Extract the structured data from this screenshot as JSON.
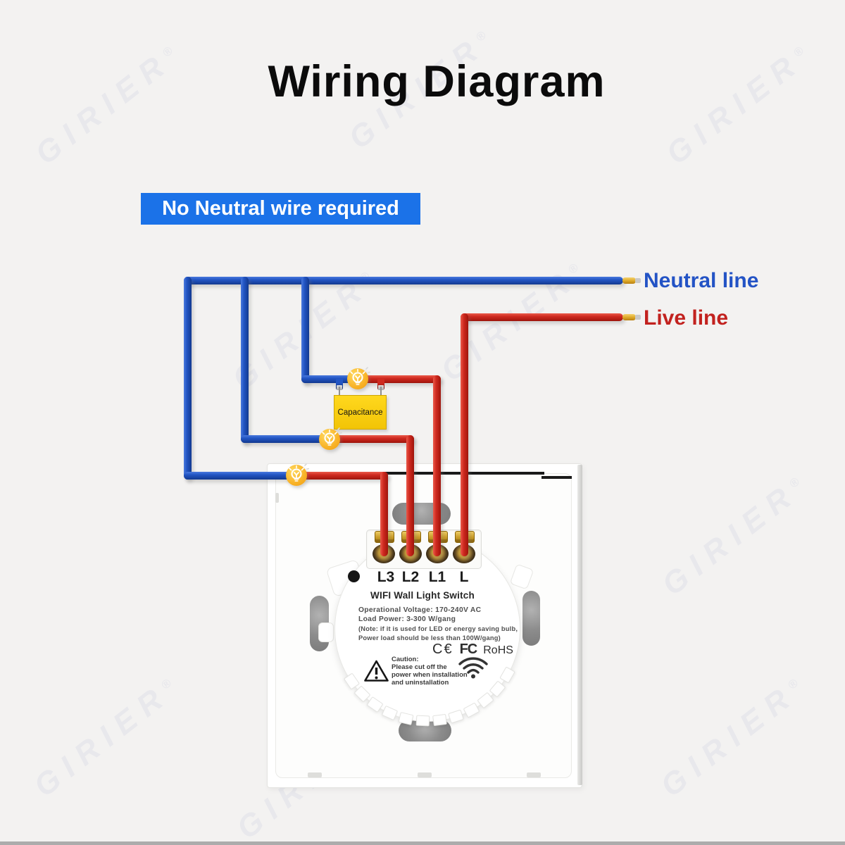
{
  "title": "Wiring Diagram",
  "banner": {
    "label": "No Neutral wire required",
    "bg": "#1B72E8"
  },
  "legend": {
    "neutral_label": "Neutral line",
    "live_label": "Live line"
  },
  "capacitor_label": "Capacitance",
  "device": {
    "terminals": [
      "L3",
      "L2",
      "L1",
      "L"
    ],
    "product_name": "WIFI Wall Light Switch",
    "spec_lines": [
      "Operational Voltage: 170-240V AC",
      "Load Power: 3-300 W/gang",
      "(Note: if it is used for LED or energy saving bulb,",
      "Power load should be less than 100W/gang)"
    ],
    "certifications": [
      "C€",
      "FC",
      "RoHS"
    ],
    "caution_title": "Caution:",
    "caution_lines": [
      "Please cut off the",
      "power when installation",
      "and uninstallation"
    ]
  },
  "watermark": {
    "text": "GIRIER",
    "registered": "®"
  },
  "colors": {
    "background": "#F3F2F1",
    "banner_blue": "#1B72E8",
    "wire_blue": "#2356C4",
    "wire_red": "#CF2A20",
    "neutral_text": "#2353C5",
    "live_text": "#C2221F",
    "capacitor_yellow": "#F7CD11",
    "terminal_brass": "#C89B28"
  }
}
